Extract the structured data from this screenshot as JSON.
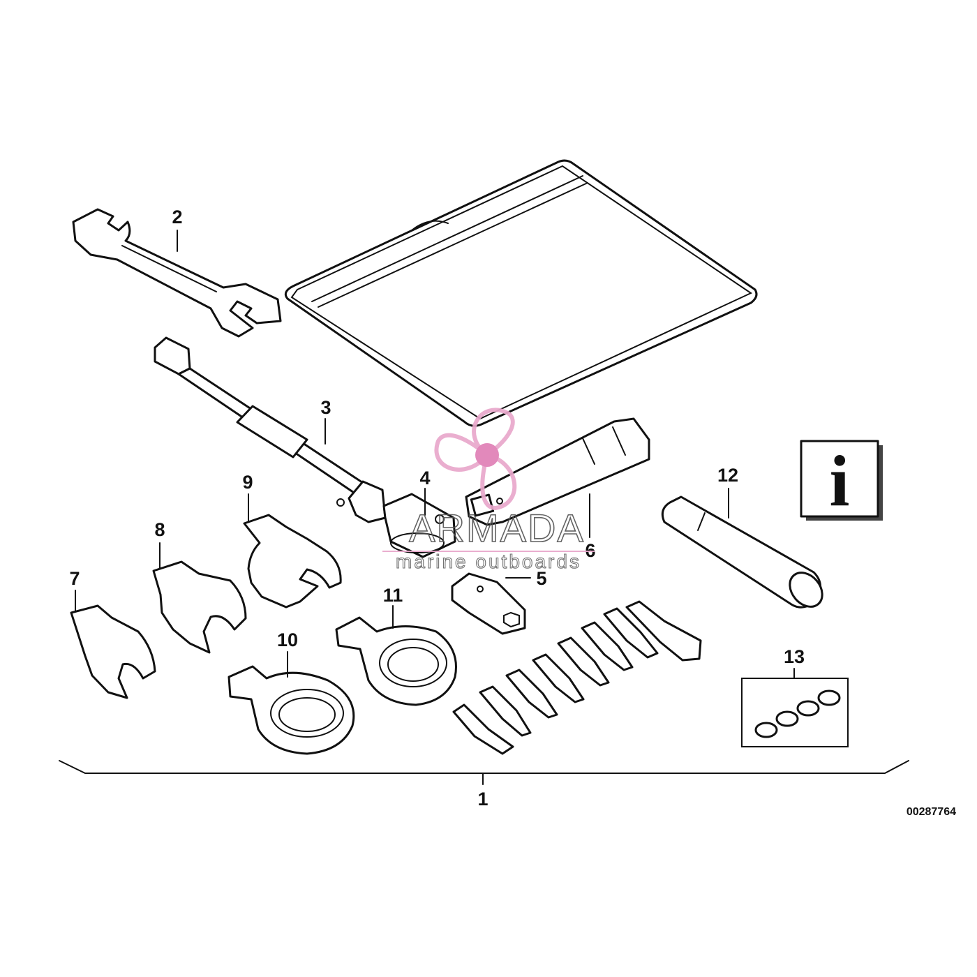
{
  "diagram_code": "00287764",
  "callouts": [
    "1",
    "2",
    "3",
    "4",
    "5",
    "6",
    "7",
    "8",
    "9",
    "10",
    "11",
    "12",
    "13"
  ],
  "info_symbol": "i",
  "watermark": {
    "brand": "ARMADA",
    "tagline": "marine outboards",
    "colors": {
      "propeller": "#e9a8cc",
      "propeller_hub": "#e07fb6",
      "text_outline": "#555555"
    }
  }
}
